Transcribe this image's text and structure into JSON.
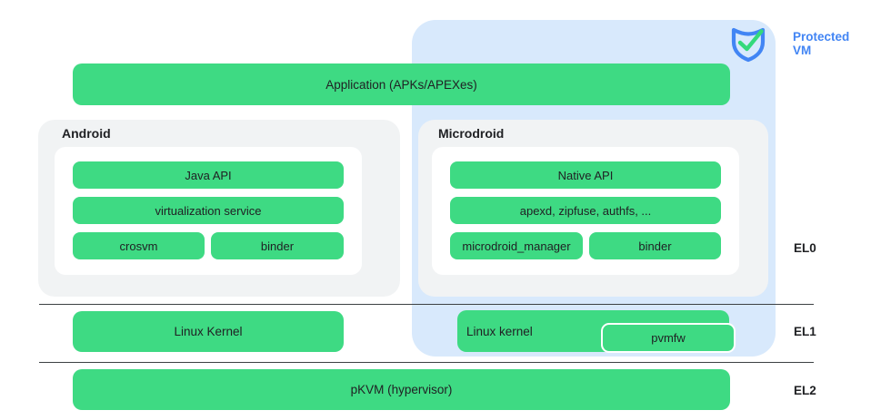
{
  "colors": {
    "green": "#3EDA83",
    "light_blue": "#D8E9FC",
    "blue": "#4285F4",
    "panel_gray": "#F1F3F4",
    "divider": "#3C4043",
    "text_dark": "#202124"
  },
  "protected_vm": {
    "label": "Protected VM"
  },
  "app_bar": {
    "label": "Application (APKs/APEXes)"
  },
  "android": {
    "title": "Android",
    "java_api": "Java API",
    "virtualization_service": "virtualization service",
    "crosvm": "crosvm",
    "binder": "binder"
  },
  "microdroid": {
    "title": "Microdroid",
    "native_api": "Native API",
    "apexd_row": "apexd, zipfuse, authfs, ...",
    "manager": "microdroid_manager",
    "binder": "binder"
  },
  "el1": {
    "linux_kernel_host": "Linux Kernel",
    "linux_kernel_vm": "Linux kernel",
    "pvmfw": "pvmfw"
  },
  "el2": {
    "pkvm": "pKVM (hypervisor)"
  },
  "levels": {
    "el0": "EL0",
    "el1": "EL1",
    "el2": "EL2"
  }
}
